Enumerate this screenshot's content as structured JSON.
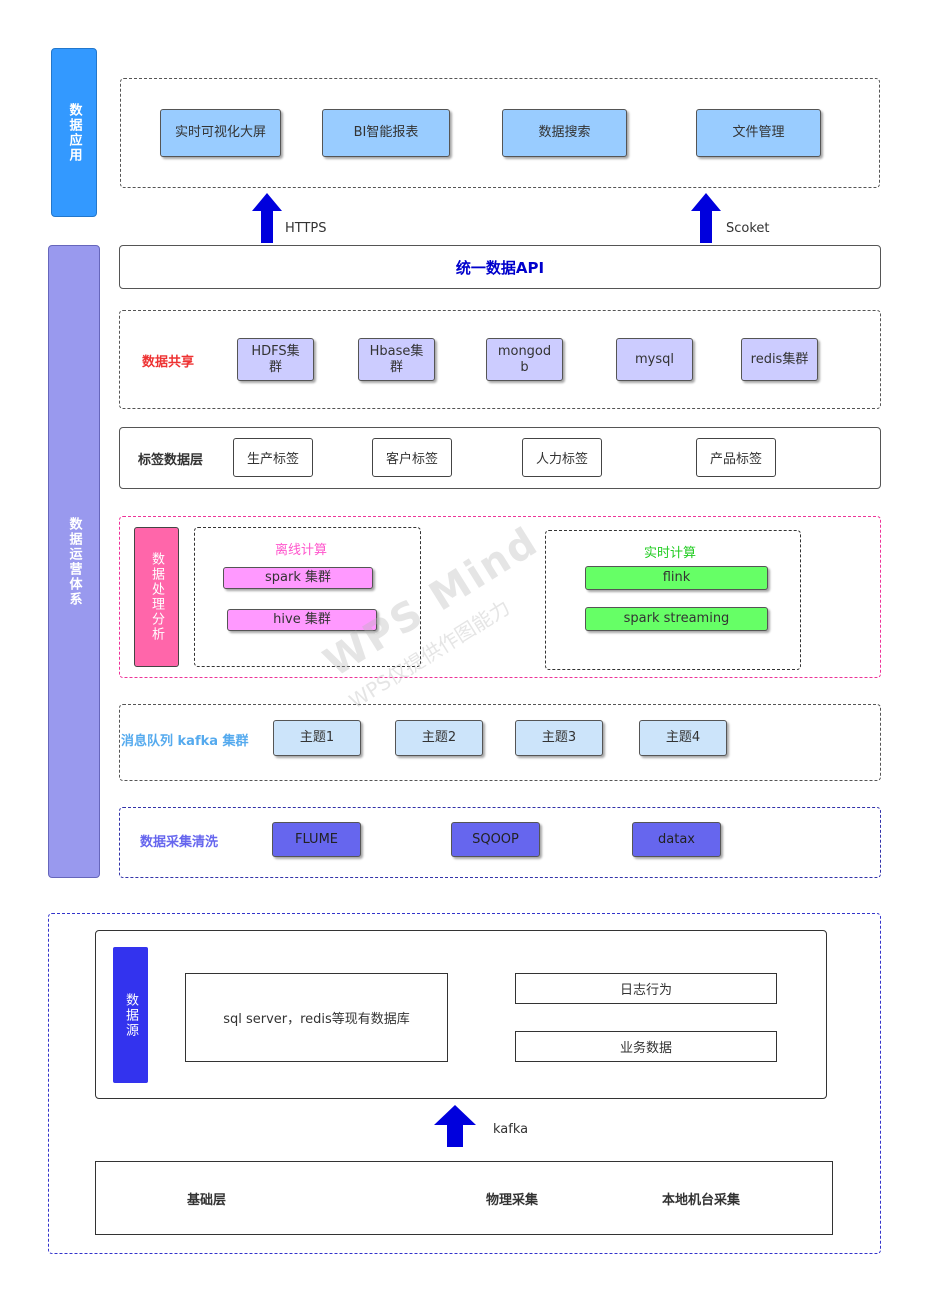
{
  "colors": {
    "app_band": "#3399ff",
    "ops_band": "#9999ee",
    "share_node": "#ccccff",
    "app_node": "#99ccff",
    "offline_node": "#ff99ff",
    "realtime_node": "#66ff66",
    "topic_node": "#cce4fa",
    "ingest_node": "#6666ee",
    "processing_label": "#ff66aa",
    "source_band": "#3333ee",
    "arrow": "#0000dd",
    "api_text": "#0000cc",
    "share_text": "#ee3333",
    "kafka_text": "#55aaee",
    "ingest_text": "#6666ee",
    "offline_text": "#ff55cc",
    "realtime_text": "#22cc22"
  },
  "application": {
    "band_label": "数据应用",
    "nodes": [
      "实时可视化大屏",
      "BI智能报表",
      "数据搜索",
      "文件管理"
    ]
  },
  "arrows": {
    "left_label": "HTTPS",
    "right_label": "Scoket",
    "bottom_label": "kafka"
  },
  "operations": {
    "band_label": "数据运营体系",
    "api_title": "统一数据API",
    "sharing": {
      "label": "数据共享",
      "nodes": [
        "HDFS集群",
        "Hbase集群",
        "mongodb",
        "mysql",
        "redis集群"
      ]
    },
    "tags": {
      "label": "标签数据层",
      "items": [
        "生产标签",
        "客户标签",
        "人力标签",
        "产品标签"
      ]
    },
    "processing": {
      "label": "数据处理分析",
      "offline": {
        "title": "离线计算",
        "nodes": [
          "spark 集群",
          "hive 集群"
        ]
      },
      "realtime": {
        "title": "实时计算",
        "nodes": [
          "flink",
          "spark streaming"
        ]
      }
    },
    "queue": {
      "label": "消息队列 kafka 集群",
      "topics": [
        "主题1",
        "主题2",
        "主题3",
        "主题4"
      ]
    },
    "ingest": {
      "label": "数据采集清洗",
      "tools": [
        "FLUME",
        "SQOOP",
        "datax"
      ]
    }
  },
  "source": {
    "band_label": "数据源",
    "db_box": "sql server，redis等现有数据库",
    "items": [
      "日志行为",
      "业务数据"
    ]
  },
  "base": {
    "items": [
      "基础层",
      "物理采集",
      "本地机台采集"
    ]
  },
  "watermark": {
    "line1": "WPS Mind",
    "line2": "WPS仅提供作图能力"
  }
}
